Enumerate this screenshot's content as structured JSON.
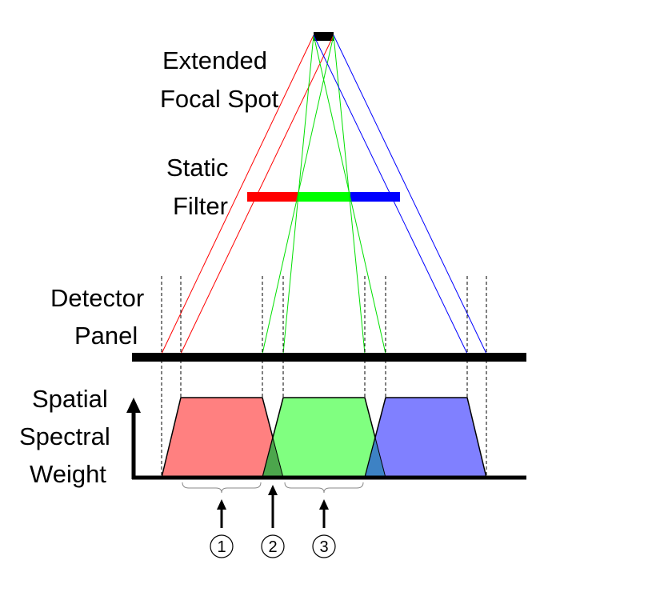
{
  "labels": {
    "focal_spot": [
      "Extended",
      "Focal Spot"
    ],
    "filter": [
      "Static",
      "Filter"
    ],
    "detector": [
      "Detector",
      "Panel"
    ],
    "weight": [
      "Spatial",
      "Spectral",
      "Weight"
    ]
  },
  "markers": [
    "1",
    "2",
    "3"
  ],
  "colors": {
    "red": "#ff0000",
    "green": "#00ff00",
    "blue": "#0000ff",
    "red_fill": "#ff8080",
    "green_fill": "#80ff80",
    "blue_fill": "#8080ff",
    "overlap_rg": "#4ca64c",
    "overlap_gb": "#3d82c4"
  }
}
